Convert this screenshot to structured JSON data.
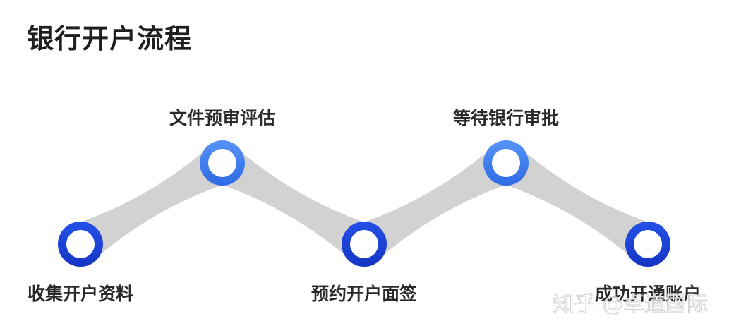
{
  "title": "银行开户流程",
  "steps": [
    {
      "label": "收集开户资料",
      "position": "bottom"
    },
    {
      "label": "文件预审评估",
      "position": "top"
    },
    {
      "label": "预约开户面签",
      "position": "bottom"
    },
    {
      "label": "等待银行审批",
      "position": "top"
    },
    {
      "label": "成功开通账户",
      "position": "bottom"
    }
  ],
  "watermark": "知乎 @卓道国际",
  "colors": {
    "node_dark": "#1a3fd6",
    "node_light": "#3f7ff0",
    "connector": "#d2d2d2",
    "text": "#2a2a2a"
  }
}
